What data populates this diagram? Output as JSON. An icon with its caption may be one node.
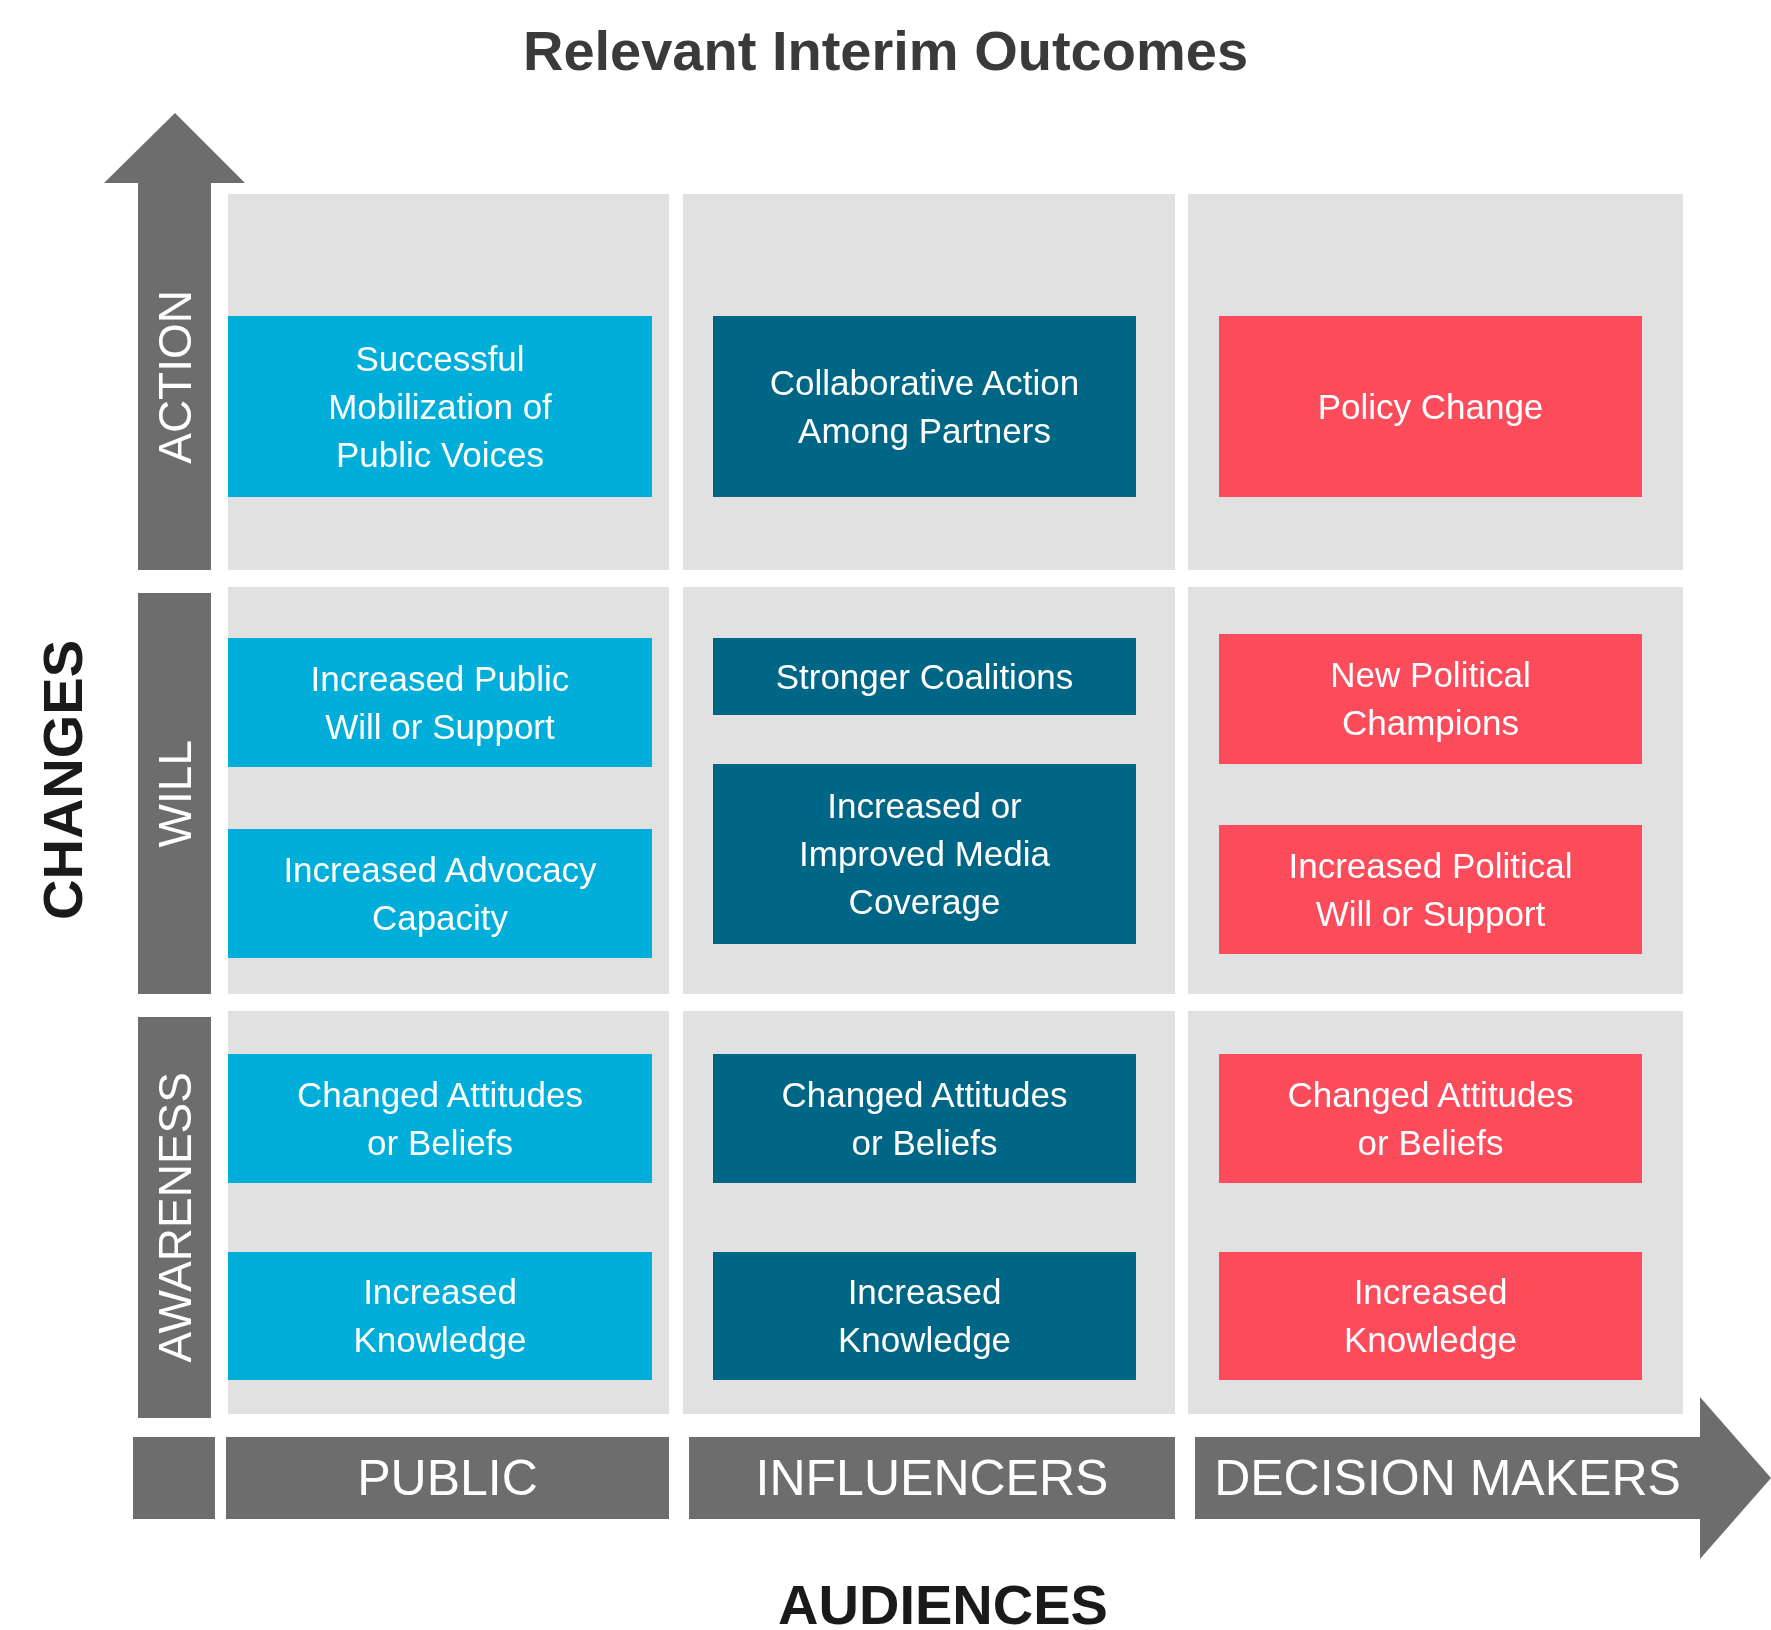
{
  "diagram": {
    "title": "Relevant Interim Outcomes",
    "nodes": [
      {
        "text": [
          "ACTION"
        ]
      },
      {
        "text": [],
        "shape": "box"
      },
      {
        "text": [
          "Successful Mobilization of Public Voices"
        ],
        "in": 1
      },
      {
        "text": [],
        "shape": "box"
      },
      {
        "text": [
          "Collaborative Action Among Partners"
        ],
        "in": 3
      },
      {
        "text": [],
        "shape": "box"
      },
      {
        "text": [
          "Policy Change"
        ],
        "in": 5
      },
      {
        "text": [
          "WILL"
        ]
      },
      {
        "text": [],
        "shape": "box"
      },
      {
        "text": [
          "Increased Public Will or Support"
        ],
        "in": 8
      },
      {
        "text": [
          "Increased Advocacy Capacity"
        ],
        "in": 8
      },
      {
        "text": [],
        "shape": "box"
      },
      {
        "text": [
          "Stronger Coalitions"
        ],
        "in": 11
      },
      {
        "text": [
          "Increased or Improved Media Coverage"
        ],
        "in": 11
      },
      {
        "text": [],
        "shape": "box"
      },
      {
        "text": [
          "New Political Champions"
        ],
        "in": 14
      },
      {
        "text": [
          "Increased Political Will or Support"
        ],
        "in": 14
      },
      {
        "text": [
          "AWARENESS"
        ]
      },
      {
        "text": [],
        "shape": "box"
      },
      {
        "text": [
          "Changed Attitudes or Beliefs"
        ],
        "in": 18
      },
      {
        "text": [
          "Increased Knowledge"
        ],
        "in": 18
      },
      {
        "text": [],
        "shape": "box"
      },
      {
        "text": [
          "Changed Attitudes or Beliefs"
        ],
        "in": 21
      },
      {
        "text": [
          "Increased Knowledge"
        ],
        "in": 21
      },
      {
        "text": [],
        "shape": "box"
      },
      {
        "text": [
          "Changed Attitudes or Beliefs"
        ],
        "in": 24
      },
      {
        "text": [
          "Increased Knowledge"
        ],
        "in": 24
      },
      {
        "text": [],
        "shape": "box"
      },
      {
        "text": [
          "PUBLIC"
        ]
      },
      {
        "text": [
          "INFLUENCERS"
        ]
      },
      {
        "text": [
          "DECISION MAKERS"
        ]
      }
    ],
    "labels": [
      "CHANGES",
      "AUDIENCES"
    ]
  }
}
